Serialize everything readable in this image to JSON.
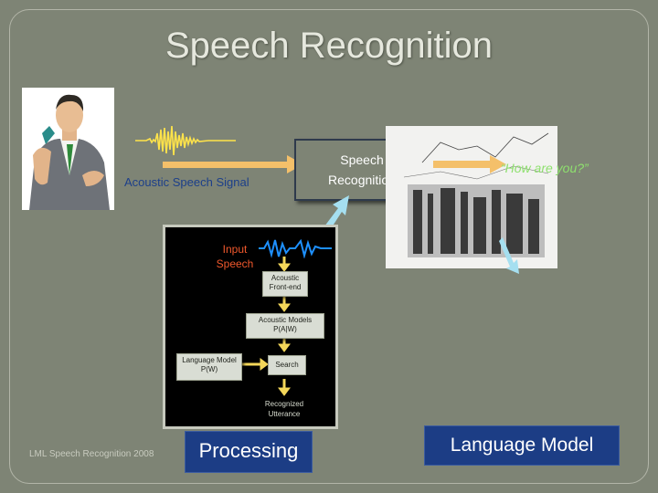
{
  "slide": {
    "title": "Speech Recognition",
    "signal_label": "Acoustic Speech Signal",
    "recognition_box": "Speech Recognition",
    "output_quote": "“How are you?”",
    "footer_left": "LML Speech Recognition 2008",
    "processing_label": "Processing",
    "language_model_label": "Language Model"
  },
  "diagram": {
    "input": "Input Speech",
    "front_end": "Acoustic Front-end",
    "acoustic_models": "Acoustic Models P(A|W)",
    "language_model": "Language Model P(W)",
    "search": "Search",
    "output": "Recognized Utterance"
  },
  "colors": {
    "background": "#7e8475",
    "arrow": "#f4c06a",
    "accent_blue": "#9fd8ef",
    "text_box": "#1c3d85"
  }
}
